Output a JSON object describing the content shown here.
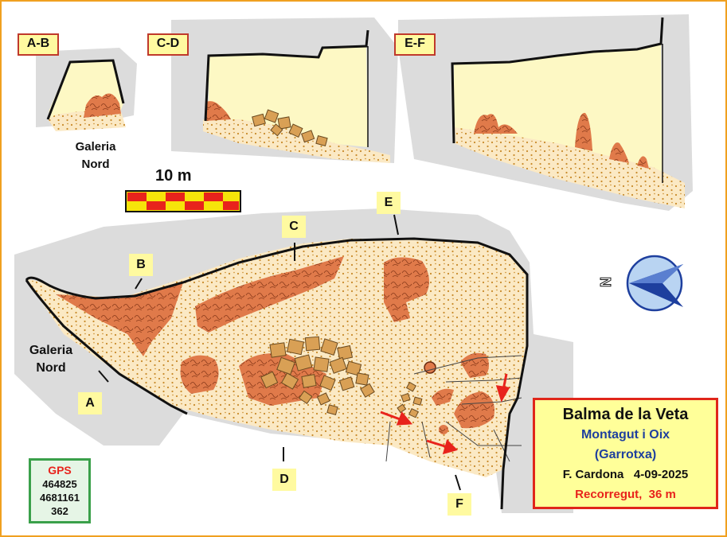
{
  "sections": {
    "ab": "A-B",
    "cd": "C-D",
    "ef": "E-F"
  },
  "galeria_nord_top": [
    "Galeria",
    "Nord"
  ],
  "galeria_nord_plan": [
    "Galeria",
    "Nord"
  ],
  "scale": {
    "label": "10 m"
  },
  "points": {
    "a": "A",
    "b": "B",
    "c": "C",
    "d": "D",
    "e": "E",
    "f": "F"
  },
  "compass": {
    "north_label": "N"
  },
  "title_box": {
    "title": "Balma de la Veta",
    "place": "Montagut i Oix",
    "region": "(Garrotxa)",
    "author_date": "F. Cardona   4-09-2025",
    "length": "Recorregut,  36 m"
  },
  "gps": {
    "label": "GPS",
    "x": "464825",
    "y": "4681161",
    "z": "362"
  },
  "colors": {
    "rock": "#e07a4a",
    "floor": "#fbe9c4",
    "section_fill": "#fdf8c4",
    "surround": "#dcdcdc",
    "block": "#d9a055",
    "arrow": "#e8231c",
    "compass_blue": "#1e3f9e"
  }
}
